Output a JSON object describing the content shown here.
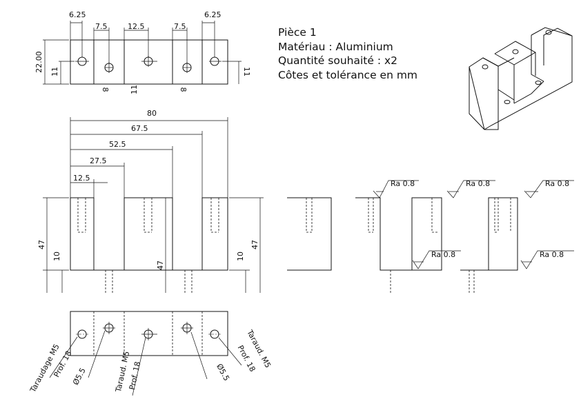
{
  "title_block": {
    "line1": "Pièce 1",
    "line2": "Matériau : Aluminium",
    "line3": "Quantité souhaité : x2",
    "line4": "Côtes et tolérance en mm"
  },
  "top_view": {
    "dim_left": "6.25",
    "dim_hole_a": "7.5",
    "dim_mid": "12.5",
    "dim_hole_b": "7.5",
    "dim_right": "6.25",
    "dim_height": "22.00",
    "dim_11_left": "11",
    "dim_11_right": "11",
    "dim_8_a": "8",
    "dim_11_mid": "11",
    "dim_8_b": "8"
  },
  "front_view": {
    "dim_80": "80",
    "dim_67_5": "67.5",
    "dim_52_5": "52.5",
    "dim_27_5": "27.5",
    "dim_12_5": "12.5",
    "dim_47_left": "47",
    "dim_10_left": "10",
    "dim_47_mid": "47",
    "dim_10_right": "10",
    "dim_47_right": "47"
  },
  "roughness": {
    "r1": "Ra 0.8",
    "r2": "Ra 0.8",
    "r3": "Ra 0.8",
    "r4": "Ra 0.8",
    "r5": "Ra  0.8"
  },
  "bottom_view": {
    "callout_a_1": "Taraudage M5",
    "callout_a_2": "Prof. 18",
    "callout_b": "Ø5.5",
    "callout_c_1": "Taraud. M5",
    "callout_c_2": "Prof. 18",
    "callout_d": "Ø5.5",
    "callout_e_1": "Taraud. M5",
    "callout_e_2": "Prof. 18"
  }
}
